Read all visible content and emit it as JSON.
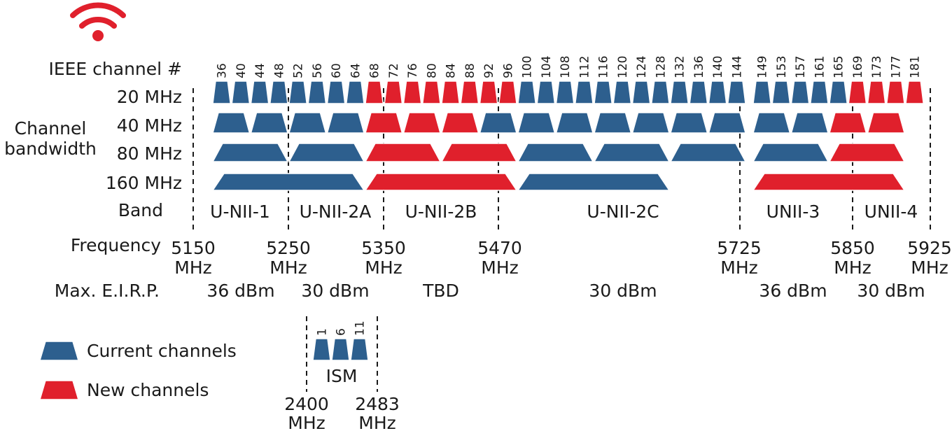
{
  "colors": {
    "current": "#2d5f8e",
    "new": "#e0202c",
    "icon": "#e0202c",
    "text": "#1a1a1a"
  },
  "icon": "wifi-icon",
  "row_labels": {
    "ieee_channel": "IEEE channel #",
    "bw_20": "20 MHz",
    "bw_40": "40 MHz",
    "bw_80": "80 MHz",
    "bw_160": "160 MHz",
    "channel_bandwidth_line1": "Channel",
    "channel_bandwidth_line2": "bandwidth",
    "band": "Band",
    "frequency": "Frequency",
    "max_eirp": "Max. E.I.R.P."
  },
  "channels_5ghz": [
    {
      "n": "36",
      "s": "current"
    },
    {
      "n": "40",
      "s": "current"
    },
    {
      "n": "44",
      "s": "current"
    },
    {
      "n": "48",
      "s": "current"
    },
    {
      "n": "52",
      "s": "current"
    },
    {
      "n": "56",
      "s": "current"
    },
    {
      "n": "60",
      "s": "current"
    },
    {
      "n": "64",
      "s": "current"
    },
    {
      "n": "68",
      "s": "new"
    },
    {
      "n": "72",
      "s": "new"
    },
    {
      "n": "76",
      "s": "new"
    },
    {
      "n": "80",
      "s": "new"
    },
    {
      "n": "84",
      "s": "new"
    },
    {
      "n": "88",
      "s": "new"
    },
    {
      "n": "92",
      "s": "new"
    },
    {
      "n": "96",
      "s": "new"
    },
    {
      "n": "100",
      "s": "current"
    },
    {
      "n": "104",
      "s": "current"
    },
    {
      "n": "108",
      "s": "current"
    },
    {
      "n": "112",
      "s": "current"
    },
    {
      "n": "116",
      "s": "current"
    },
    {
      "n": "120",
      "s": "current"
    },
    {
      "n": "124",
      "s": "current"
    },
    {
      "n": "128",
      "s": "current"
    },
    {
      "n": "132",
      "s": "current"
    },
    {
      "n": "136",
      "s": "current"
    },
    {
      "n": "140",
      "s": "current"
    },
    {
      "n": "144",
      "s": "current"
    }
  ],
  "channels_unii3": [
    {
      "n": "149",
      "s": "current"
    },
    {
      "n": "153",
      "s": "current"
    },
    {
      "n": "157",
      "s": "current"
    },
    {
      "n": "161",
      "s": "current"
    },
    {
      "n": "165",
      "s": "current"
    },
    {
      "n": "169",
      "s": "new"
    },
    {
      "n": "173",
      "s": "new"
    },
    {
      "n": "177",
      "s": "new"
    },
    {
      "n": "181",
      "s": "new"
    }
  ],
  "bw40_main": [
    "current",
    "current",
    "current",
    "current",
    "new",
    "new",
    "new",
    "current",
    "current",
    "current",
    "current",
    "current",
    "current",
    "current"
  ],
  "bw40_unii3": [
    "current",
    "current",
    "new",
    "new"
  ],
  "bw80_main": [
    "current",
    "current",
    "new",
    "new",
    "current",
    "current",
    "current"
  ],
  "bw80_unii3": [
    "current",
    "new"
  ],
  "bw160_main": [
    "current",
    "new",
    "current"
  ],
  "bw160_unii3": [
    "new"
  ],
  "bands": [
    "U-NII-1",
    "U-NII-2A",
    "U-NII-2B",
    "U-NII-2C",
    "UNII-3",
    "UNII-4"
  ],
  "frequencies": [
    {
      "value": "5150",
      "unit": "MHz"
    },
    {
      "value": "5250",
      "unit": "MHz"
    },
    {
      "value": "5350",
      "unit": "MHz"
    },
    {
      "value": "5470",
      "unit": "MHz"
    },
    {
      "value": "5725",
      "unit": "MHz"
    },
    {
      "value": "5850",
      "unit": "MHz"
    },
    {
      "value": "5925",
      "unit": "MHz"
    }
  ],
  "eirp": [
    "36 dBm",
    "30 dBm",
    "TBD",
    "30 dBm",
    "36 dBm",
    "30 dBm"
  ],
  "ism": {
    "channels": [
      "1",
      "6",
      "11"
    ],
    "label": "ISM",
    "freq_low": {
      "value": "2400",
      "unit": "MHz"
    },
    "freq_high": {
      "value": "2483",
      "unit": "MHz"
    }
  },
  "legend": [
    {
      "label": "Current channels",
      "s": "current"
    },
    {
      "label": "New channels",
      "s": "new"
    }
  ]
}
